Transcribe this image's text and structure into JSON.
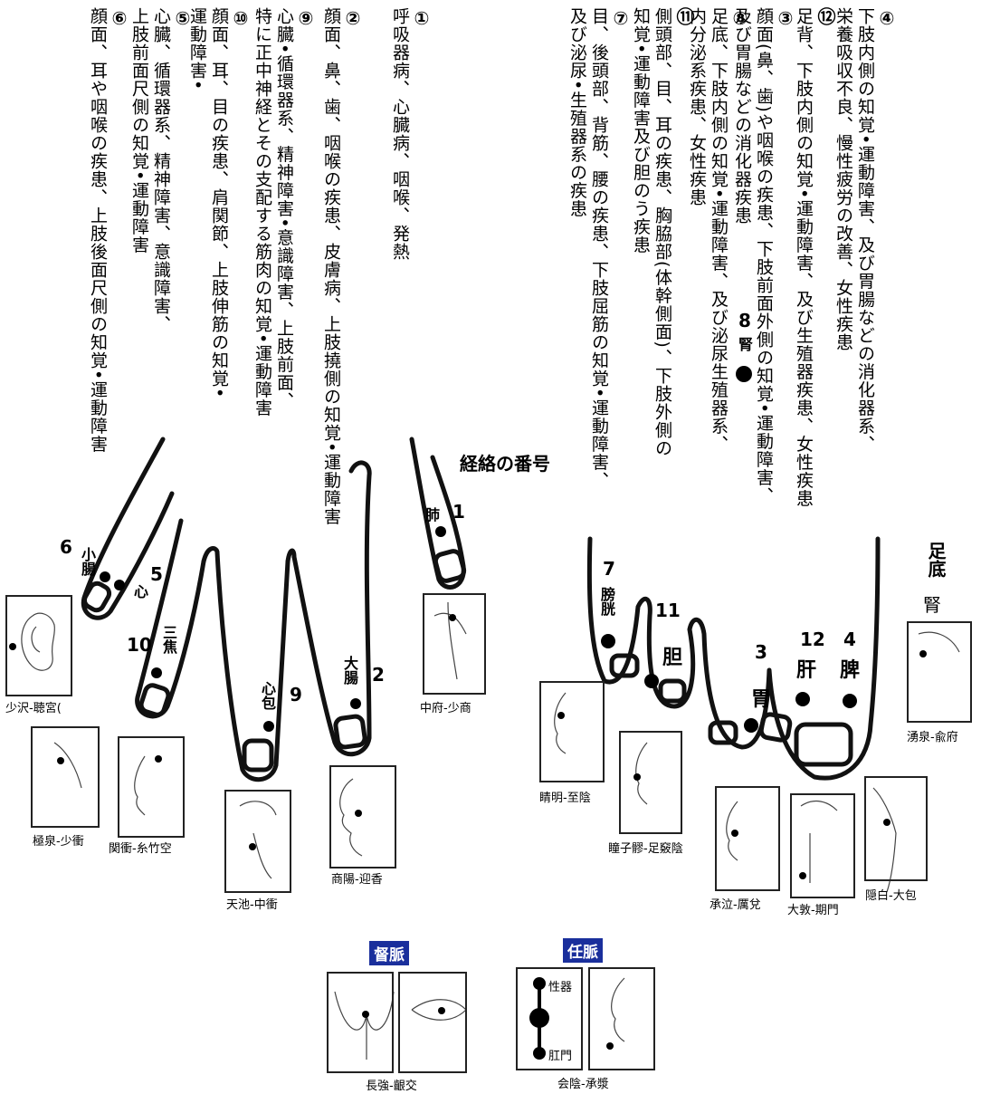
{
  "title": "経絡の番号",
  "columns": [
    {
      "num": "④",
      "text": "下肢内側の知覚•運動障害、及び胃腸などの消化器系、\n栄養吸収不良、慢性疲労の改善、女性疾患"
    },
    {
      "num": "⑫",
      "text": "足背、下肢内側の知覚•運動障害、及び生殖器疾患、女性疾患"
    },
    {
      "num": "③",
      "text": "顔面(鼻、歯)や咽喉の疾患、下肢前面外側の知覚•運動障害、\n及び胃腸などの消化器疾患"
    },
    {
      "num": "⑧",
      "text": "足底、下肢内側の知覚•運動障害、及び泌尿生殖器系、\n内分泌系疾患、女性疾患"
    },
    {
      "num": "⑪",
      "text": "側頭部、目、耳の疾患、胸脇部(体幹側面)、下肢外側の\n知覚•運動障害及び胆のう疾患"
    },
    {
      "num": "⑦",
      "text": "目、後頭部、背筋、腰の疾患、下肢屈筋の知覚•運動障害、\n及び泌尿•生殖器系の疾患"
    },
    {
      "num": "①",
      "text": "呼吸器病、心臓病、咽喉、発熱"
    },
    {
      "num": "②",
      "text": "顔面、鼻、歯、咽喉の疾患、皮膚病、上肢撓側の知覚•運動障害"
    },
    {
      "num": "⑨",
      "text": "心臓•循環器系、精神障害•意識障害、上肢前面、\n特に正中神経とその支配する筋肉の知覚•運動障害"
    },
    {
      "num": "⑩",
      "text": "顔面、耳、目の疾患、肩関節、上肢伸筋の知覚•\n運動障害•"
    },
    {
      "num": "⑤",
      "text": "心臓、循環器系、精神障害、意識障害、\n上肢前面尺側の知覚•運動障害"
    },
    {
      "num": "⑥",
      "text": "顔面、耳や咽喉の疾患、上肢後面尺側の知覚•運動障害"
    }
  ],
  "hand_labels": {
    "lung": "肺",
    "lung_n": "1",
    "li": "大腸",
    "li_n": "2",
    "pc": "心包",
    "pc_n": "9",
    "te": "三焦",
    "te_n": "10",
    "ht": "心",
    "ht_n": "5",
    "si": "小腸",
    "si_n": "6"
  },
  "foot_labels": {
    "bl": "膀胱",
    "bl_n": "7",
    "gb": "胆",
    "gb_n": "11",
    "st": "胃",
    "st_n": "3",
    "lr": "肝",
    "lr_n": "12",
    "sp": "脾",
    "sp_n": "4",
    "kd_n": "8",
    "kd": "腎",
    "sole": "足底",
    "sole_kd": "腎"
  },
  "captions": {
    "c1": "中府-少商",
    "c2": "商陽-迎香",
    "c3": "天池-中衝",
    "c4": "関衝-糸竹空",
    "c5": "極泉-少衝",
    "c6": "少沢-聴宮(",
    "c7": "睛明-至陰",
    "c8": "瞳子髎-足竅陰",
    "c9": "承泣-厲兌",
    "c10": "大敦-期門",
    "c11": "隠白-大包",
    "c12": "湧泉-兪府",
    "c13": "長強-齦交",
    "c14": "会陰-承漿"
  },
  "vessels": {
    "du": "督脈",
    "ren": "任脈",
    "ren_top": "性器",
    "ren_bottom": "肛門"
  }
}
